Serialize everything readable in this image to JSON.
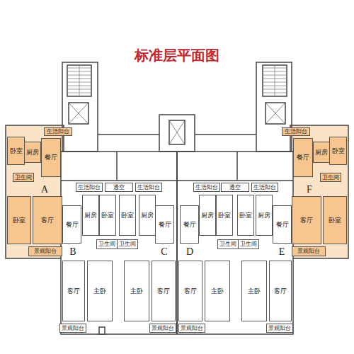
{
  "diagram": {
    "title": "标准层平面图",
    "nodes": [
      {
        "text": [
          "生活阳台"
        ]
      },
      {
        "text": [
          "生活阳台"
        ]
      },
      {
        "text": [
          "卧室"
        ]
      },
      {
        "text": [
          "厨房"
        ]
      },
      {
        "text": [
          "餐厅"
        ]
      },
      {
        "text": [
          "餐厅"
        ]
      },
      {
        "text": [
          "厨房"
        ]
      },
      {
        "text": [
          "卧室"
        ]
      },
      {
        "text": [
          "卫生间"
        ]
      },
      {
        "text": [
          "卫生间"
        ]
      },
      {
        "text": [
          "生活阳台"
        ]
      },
      {
        "text": [
          "透空"
        ]
      },
      {
        "text": [
          "生活阳台"
        ]
      },
      {
        "text": [
          "生活阳台"
        ]
      },
      {
        "text": [
          "透空"
        ]
      },
      {
        "text": [
          "生活阳台"
        ]
      },
      {
        "text": [
          "卧室"
        ]
      },
      {
        "text": [
          "客厅"
        ]
      },
      {
        "text": [
          "厨房"
        ]
      },
      {
        "text": [
          "卧室"
        ]
      },
      {
        "text": [
          "卧室"
        ]
      },
      {
        "text": [
          "厨房"
        ]
      },
      {
        "text": [
          "厨房"
        ]
      },
      {
        "text": [
          "卧室"
        ]
      },
      {
        "text": [
          "卧室"
        ]
      },
      {
        "text": [
          "厨房"
        ]
      },
      {
        "text": [
          "客厅"
        ]
      },
      {
        "text": [
          "卧室"
        ]
      },
      {
        "text": [
          "餐厅"
        ]
      },
      {
        "text": [
          "餐厅"
        ]
      },
      {
        "text": [
          "餐厅"
        ]
      },
      {
        "text": [
          "餐厅"
        ]
      },
      {
        "text": [
          "卫生间"
        ]
      },
      {
        "text": [
          "卫生间"
        ]
      },
      {
        "text": [
          "卫生间"
        ]
      },
      {
        "text": [
          "卫生间"
        ]
      },
      {
        "text": [
          "景观阳台"
        ]
      },
      {
        "text": [
          "景观阳台"
        ]
      },
      {
        "text": [
          "客厅"
        ]
      },
      {
        "text": [
          "主卧"
        ]
      },
      {
        "text": [
          "主卧"
        ]
      },
      {
        "text": [
          "客厅"
        ]
      },
      {
        "text": [
          "客厅"
        ]
      },
      {
        "text": [
          "主卧"
        ]
      },
      {
        "text": [
          "主卧"
        ]
      },
      {
        "text": [
          "客厅"
        ]
      },
      {
        "text": [
          "景观阳台"
        ]
      },
      {
        "text": [
          "景观阳台"
        ]
      },
      {
        "text": [
          "景观阳台"
        ]
      },
      {
        "text": [
          "景观阳台"
        ]
      }
    ],
    "labels": [
      "A",
      "B",
      "C",
      "D",
      "E",
      "F"
    ]
  }
}
